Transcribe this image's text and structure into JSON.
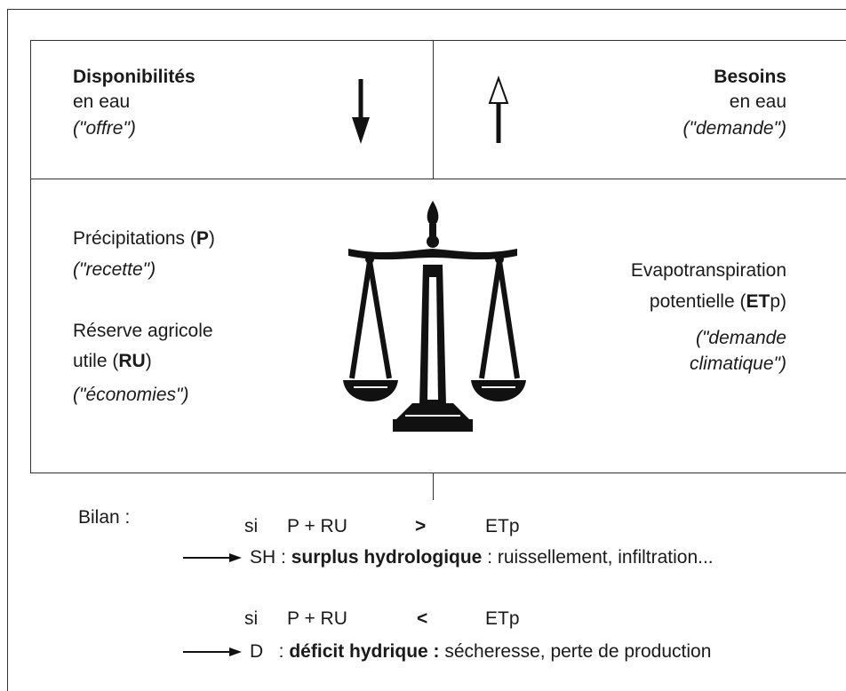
{
  "header": {
    "left": {
      "title": "Disponibilités",
      "line2": "en eau",
      "note": "(\"offre\")"
    },
    "right": {
      "title": "Besoins",
      "line2": "en eau",
      "note": "(\"demande\")"
    }
  },
  "left_items": {
    "p_text": "Précipitations (",
    "p_bold": "P",
    "p_close": ")",
    "p_note": "(\"recette\")",
    "ru_line1": "Réserve agricole",
    "ru_text": "utile (",
    "ru_bold": "RU",
    "ru_close": ")",
    "ru_note": "(\"économies\")"
  },
  "right_items": {
    "line1": "Evapotranspiration",
    "etp_text": "potentielle (",
    "etp_bold": "ET",
    "etp_p": "p",
    "etp_close": ")",
    "note1": "(\"demande",
    "note2": "climatique\")"
  },
  "bilan": {
    "label": "Bilan :",
    "case1": {
      "si": "si",
      "lhs": "P + RU",
      "op": ">",
      "rhs": "ETp",
      "code": "SH :",
      "bold": "surplus hydrologique",
      "rest": " : ruissellement, infiltration..."
    },
    "case2": {
      "si": "si",
      "lhs": "P + RU",
      "op": "<",
      "rhs": "ETp",
      "code": "D   :",
      "bold": "déficit hydrique :",
      "rest": " sécheresse, perte de production"
    }
  },
  "icons": [
    "arrow-down-icon",
    "arrow-up-icon",
    "balance-scale-icon",
    "arrow-right-icon"
  ]
}
